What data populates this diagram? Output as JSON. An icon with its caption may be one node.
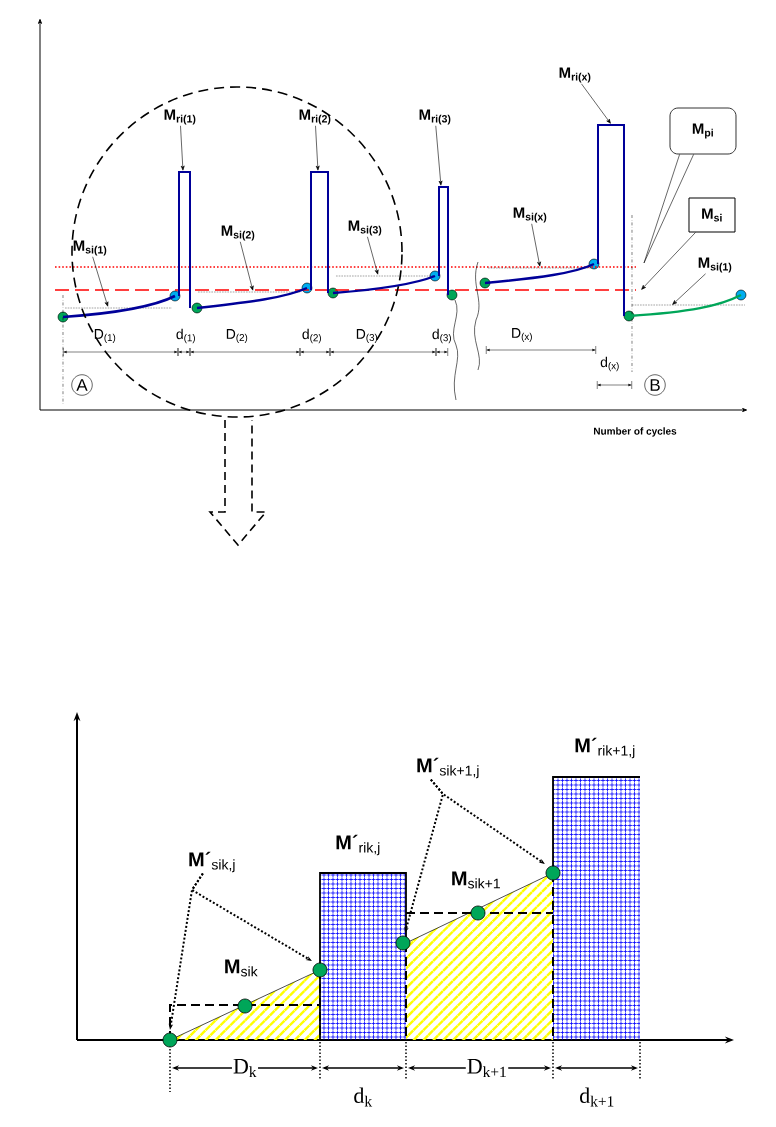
{
  "diagram": {
    "nodes": [
      {
        "text": [
          "M$_{ri(1)}$"
        ]
      },
      {
        "text": [
          "M$_{ri(2)}$"
        ]
      },
      {
        "text": [
          "M$_{ri(3)}$"
        ]
      },
      {
        "text": [
          "M$_{ri(x)}$"
        ]
      },
      {
        "text": [
          "M$_{pi}$"
        ]
      },
      {
        "text": [
          "M$_{si}$"
        ]
      },
      {
        "text": [
          "M$_{si(1)}$"
        ]
      },
      {
        "text": [
          "M$_{si(2)}$"
        ]
      },
      {
        "text": [
          "M$_{si(3)}$"
        ]
      },
      {
        "text": [
          "M$_{si(x)}$"
        ]
      },
      {
        "text": [
          "M$_{si(1)}$"
        ]
      },
      {
        "text": [
          "**M´**$_{sik,j}$"
        ]
      },
      {
        "text": [
          "**M´**$_{sik+1,j}$"
        ]
      }
    ],
    "edges": [
      {
        "from": 0,
        "to": null,
        "arrow": "to"
      },
      {
        "from": 1,
        "to": null,
        "arrow": "to"
      },
      {
        "from": 2,
        "to": null,
        "arrow": "to"
      },
      {
        "from": 3,
        "to": null,
        "arrow": "to"
      },
      {
        "from": 4,
        "to": null,
        "arrow": "none"
      },
      {
        "from": 5,
        "to": null,
        "arrow": "to"
      },
      {
        "from": 6,
        "to": null,
        "arrow": "to"
      },
      {
        "from": 7,
        "to": null,
        "arrow": "to"
      },
      {
        "from": 8,
        "to": null,
        "arrow": "to"
      },
      {
        "from": 9,
        "to": null,
        "arrow": "to"
      },
      {
        "from": 10,
        "to": null,
        "arrow": "to"
      },
      {
        "from": 11,
        "to": null,
        "arrow": "to",
        "style": "dashed"
      },
      {
        "from": 11,
        "to": null,
        "arrow": "to",
        "style": "dashed"
      },
      {
        "from": 12,
        "to": null,
        "arrow": "to",
        "style": "dashed"
      },
      {
        "from": 12,
        "to": null,
        "arrow": "to",
        "style": "dashed"
      }
    ],
    "labels": [
      "D$_{(1)}$",
      "d$_{(1)}$",
      "D$_{(2)}$",
      "d$_{(2)}$",
      "D$_{(3)}$",
      "d$_{(3)}$",
      "D$_{(x)}$",
      "d$_{(x)}$",
      "A",
      "B",
      "Number of cycles",
      "**M´**$_{rik+1,j}$",
      "**M´**$_{rik,j}$",
      "**M**$_{sik+1}$",
      "**M**$_{sik}$",
      "D$_{k}$",
      "d$_{k}$",
      "D$_{k+1}$",
      "d$_{k+1}$"
    ]
  }
}
